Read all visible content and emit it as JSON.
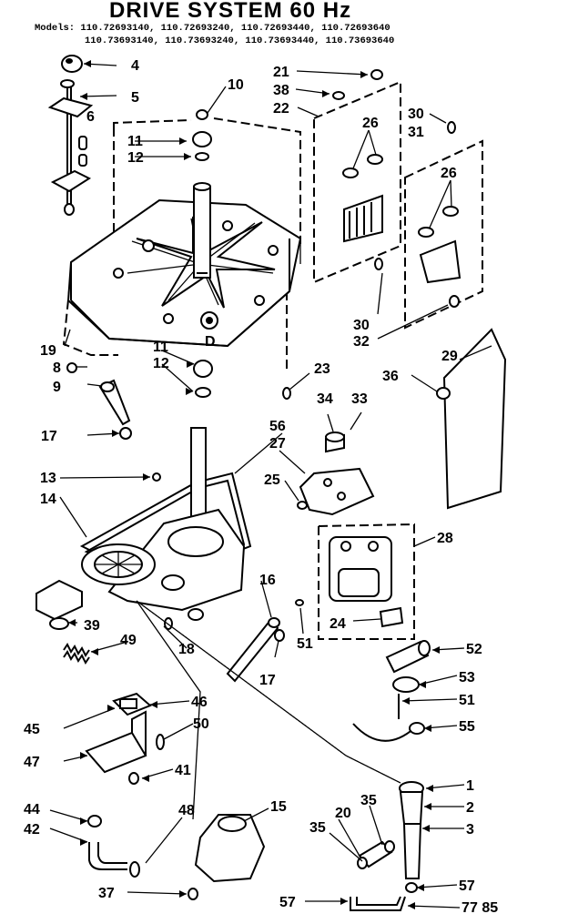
{
  "title": "DRIVE SYSTEM 60 Hz",
  "models": {
    "prefix": "Models:",
    "line1": "110.72693140, 110.72693240, 110.72693440, 110.72693640",
    "line2": "110.73693140, 110.73693240, 110.73693440, 110.73693640"
  },
  "page_mark": "7 85",
  "callouts": [
    "1",
    "2",
    "3",
    "4",
    "5",
    "6",
    "7",
    "8",
    "9",
    "10",
    "11",
    "12",
    "13",
    "14",
    "15",
    "16",
    "17",
    "18",
    "19",
    "20",
    "21",
    "22",
    "23",
    "24",
    "25",
    "26",
    "27",
    "28",
    "29",
    "30",
    "31",
    "32",
    "33",
    "34",
    "35",
    "36",
    "37",
    "38",
    "39",
    "41",
    "42",
    "44",
    "45",
    "46",
    "47",
    "48",
    "49",
    "50",
    "51",
    "52",
    "53",
    "55",
    "56",
    "57"
  ]
}
